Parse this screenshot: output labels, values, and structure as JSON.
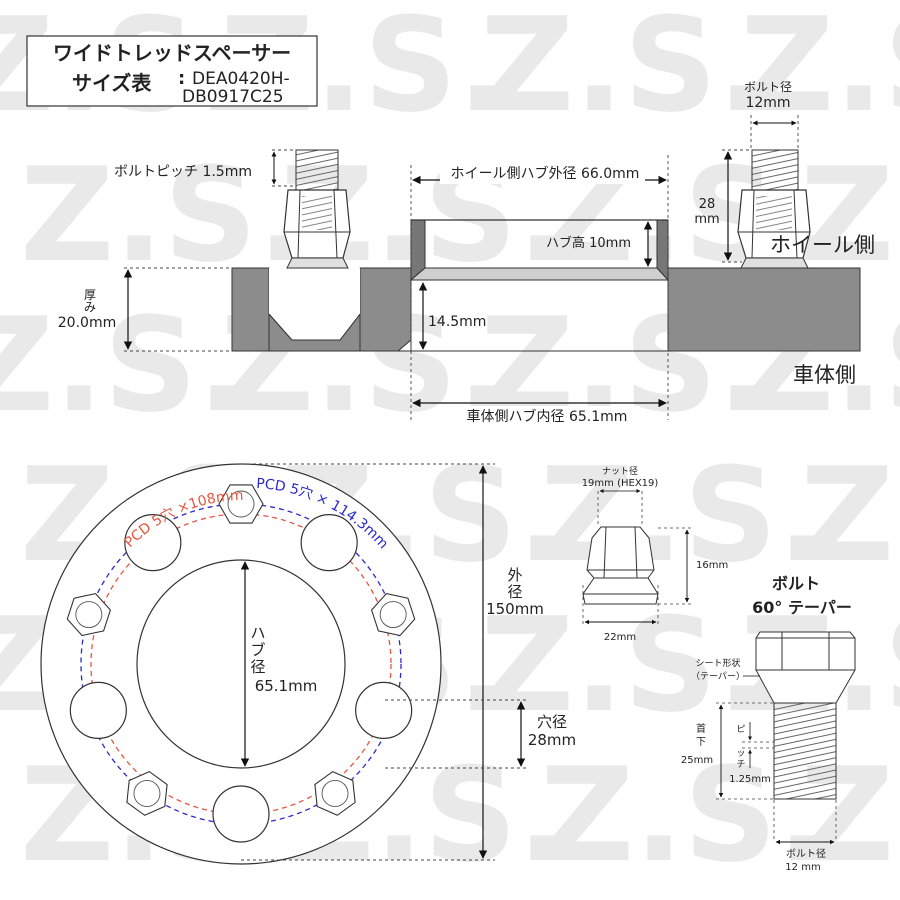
{
  "title": {
    "line1": "ワイドトレッドスペーサー",
    "line2": "サイズ表",
    "colon": ":",
    "code1": "DEA0420H-",
    "code2": "DB0917C25"
  },
  "watermark": "Z.S.",
  "side": {
    "bolt_pitch": "ボルトピッチ 1.5mm",
    "wheel_hub_outer": "ホイール側ハブ外径 66.0mm",
    "bolt_dia_label": "ボルト径",
    "bolt_dia_value": "12mm",
    "stud_len_1": "28",
    "stud_len_2": "mm",
    "hub_height": "ハブ高 10mm",
    "wheel_side": "ホイール側",
    "thick_1": "厚",
    "thick_2": "み",
    "thick_3": "20.0mm",
    "recess_depth": "14.5mm",
    "vehicle_side": "車体側",
    "vehicle_hub_inner": "車体側ハブ内径  65.1mm"
  },
  "front": {
    "pcd_red": "PCD 5穴 ×108mm",
    "pcd_blue": "PCD 5穴 × 114.3mm",
    "hub_1": "ハ",
    "hub_2": "ブ",
    "hub_3": "径",
    "hub_value": "65.1mm",
    "outer_1": "外",
    "outer_2": "径",
    "outer_value": "150mm",
    "hole_1": "穴径",
    "hole_2": "28mm",
    "colors": {
      "pcd_red": "#e8553f",
      "pcd_blue": "#2a2ad0"
    }
  },
  "nut": {
    "label1": "ナット径",
    "label2": "19mm (HEX19)",
    "height": "16mm",
    "width": "22mm"
  },
  "bolt": {
    "title1": "ボルト",
    "title2": "60° テーパー",
    "seat1": "シート形状",
    "seat2": "（テーパー）",
    "neck1": "首",
    "neck2": "下",
    "neck3": "25mm",
    "pitch1": "ピ",
    "pitch2": "ッ",
    "pitch3": "チ",
    "pitch_value": "1.25mm",
    "dia1": "ボルト径",
    "dia2": "12 mm"
  }
}
